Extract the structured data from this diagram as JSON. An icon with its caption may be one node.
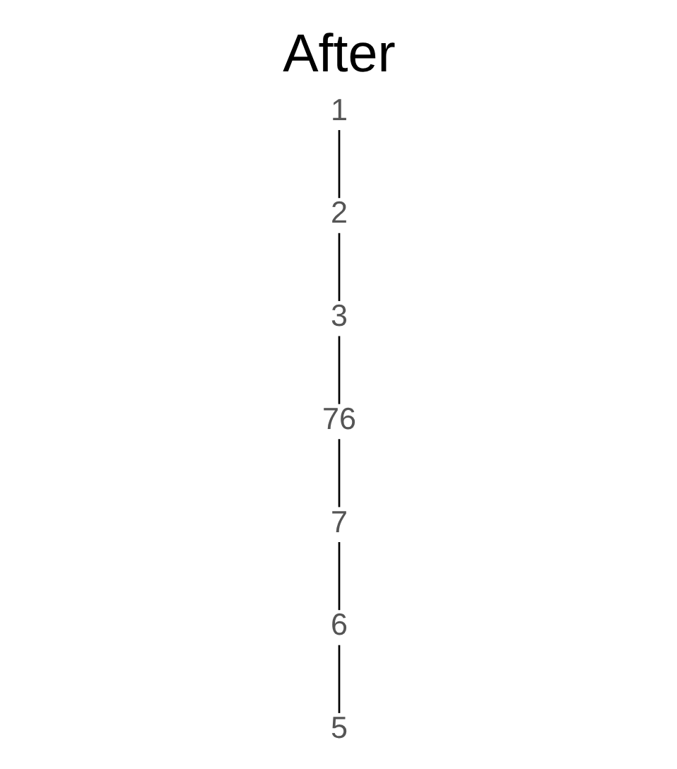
{
  "diagram": {
    "title": "After",
    "nodes": [
      {
        "text": [
          "1"
        ]
      },
      {
        "text": [
          "2"
        ]
      },
      {
        "text": [
          "3"
        ]
      },
      {
        "text": [
          "76"
        ]
      },
      {
        "text": [
          "7"
        ]
      },
      {
        "text": [
          "6"
        ]
      },
      {
        "text": [
          "5"
        ]
      }
    ],
    "edges": [
      {
        "from": 0,
        "to": 1,
        "arrow": "none"
      },
      {
        "from": 1,
        "to": 2,
        "arrow": "none"
      },
      {
        "from": 2,
        "to": 3,
        "arrow": "none"
      },
      {
        "from": 3,
        "to": 4,
        "arrow": "none"
      },
      {
        "from": 4,
        "to": 5,
        "arrow": "none"
      },
      {
        "from": 5,
        "to": 6,
        "arrow": "none"
      }
    ]
  }
}
